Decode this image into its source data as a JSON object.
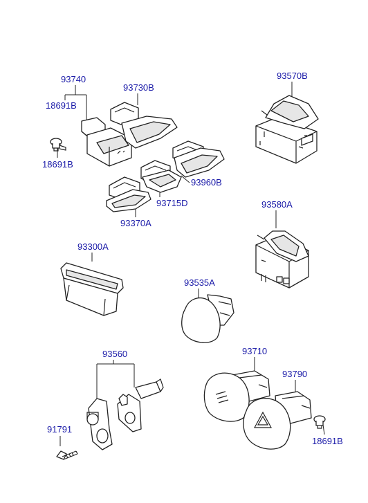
{
  "labels": {
    "l93740": "93740",
    "l18691b_top": "18691B",
    "l93730b": "93730B",
    "l18691b_left": "18691B",
    "l93570b": "93570B",
    "l93960b": "93960B",
    "l93715d": "93715D",
    "l93370a": "93370A",
    "l93580a": "93580A",
    "l93300a": "93300A",
    "l93535a": "93535A",
    "l93560": "93560",
    "l93710": "93710",
    "l93790": "93790",
    "l91791": "91791",
    "l18691b_right": "18691B"
  },
  "colors": {
    "label": "#1a1aa8",
    "line": "#222222"
  }
}
